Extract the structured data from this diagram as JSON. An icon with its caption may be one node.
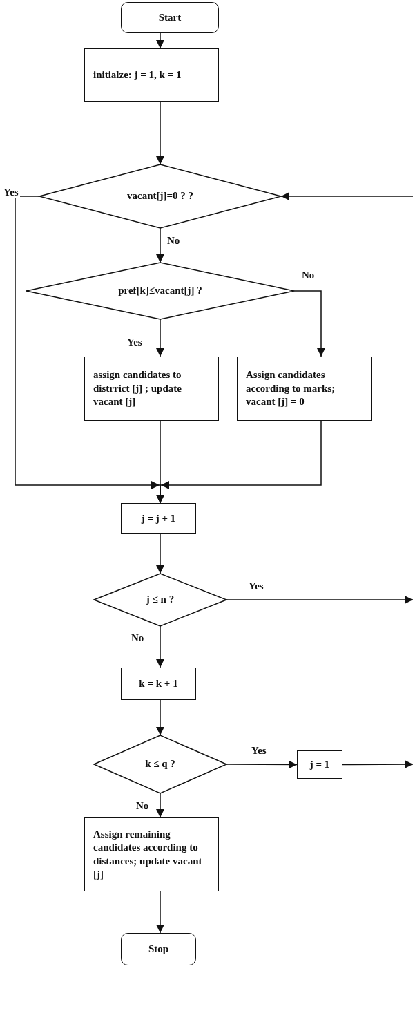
{
  "diagram": {
    "nodes": [
      {
        "text": [
          "Start"
        ]
      },
      {
        "text": [
          "initialze: j = 1, k = 1"
        ]
      },
      {
        "text": [
          "vacant[j]=0 ?  ?"
        ]
      },
      {
        "text": [
          "pref[k]≤vacant[j] ?"
        ]
      },
      {
        "text": [
          "assign candidates to distrrict [j] ; update vacant [j]"
        ]
      },
      {
        "text": [
          "Assign  candidates according to marks; vacant [j] = 0"
        ]
      },
      {
        "text": [
          "j = j + 1"
        ]
      },
      {
        "text": [
          "j ≤ n ?"
        ]
      },
      {
        "text": [
          "k = k +  1"
        ]
      },
      {
        "text": [
          "k ≤ q ?"
        ]
      },
      {
        "text": [
          "j = 1"
        ]
      },
      {
        "text": [
          "Assign remaining candidates according to distances;  update vacant [j]"
        ]
      },
      {
        "text": [
          "Stop"
        ]
      }
    ],
    "edges": [
      {
        "from": 0,
        "to": 1,
        "arrow": "to"
      },
      {
        "from": 1,
        "to": 2,
        "arrow": "to"
      },
      {
        "from": 2,
        "to": 6,
        "arrow": "to",
        "label": "Yes"
      },
      {
        "from": 2,
        "to": 3,
        "arrow": "to",
        "label": "No"
      },
      {
        "from": 3,
        "to": 4,
        "arrow": "to",
        "label": "Yes"
      },
      {
        "from": 3,
        "to": 5,
        "arrow": "to",
        "label": "No"
      },
      {
        "from": 4,
        "to": 6,
        "arrow": "to"
      },
      {
        "from": 5,
        "to": 6,
        "arrow": "to"
      },
      {
        "from": 6,
        "to": 7,
        "arrow": "to"
      },
      {
        "from": 7,
        "to": null,
        "arrow": "to",
        "label": "Yes"
      },
      {
        "from": null,
        "to": 2,
        "arrow": "to"
      },
      {
        "from": 7,
        "to": 8,
        "arrow": "to",
        "label": "No"
      },
      {
        "from": 8,
        "to": 9,
        "arrow": "to"
      },
      {
        "from": 9,
        "to": 10,
        "arrow": "to",
        "label": "Yes"
      },
      {
        "from": 10,
        "to": null,
        "arrow": "to"
      },
      {
        "from": 9,
        "to": 11,
        "arrow": "to",
        "label": "No"
      },
      {
        "from": 11,
        "to": 12,
        "arrow": "to"
      }
    ]
  }
}
